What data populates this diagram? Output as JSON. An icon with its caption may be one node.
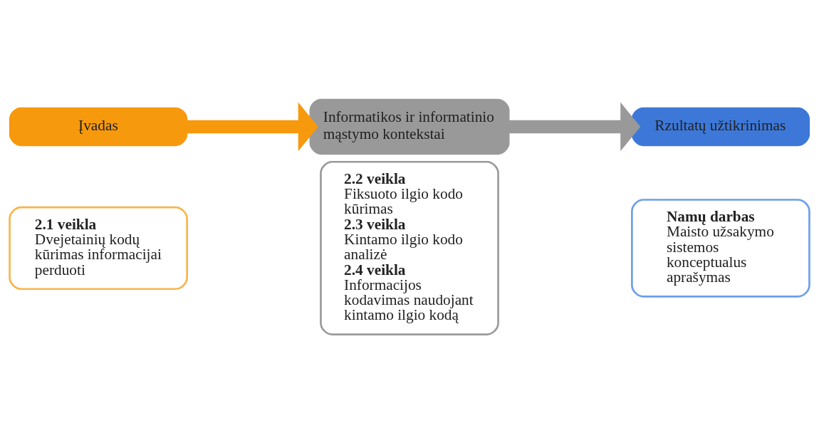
{
  "diagram": {
    "nodes": [
      {
        "text": [
          "Įvadas"
        ]
      },
      {
        "text": [
          "2.1 veikla",
          "Dvejetainių kodų kūrimas informacijai perduoti"
        ]
      },
      {
        "text": [
          "Informatikos ir informatinio mąstymo kontekstai"
        ]
      },
      {
        "text": [
          "2.2 veikla",
          "Fiksuoto ilgio kodo kūrimas",
          "2.3 veikla",
          "Kintamo ilgio kodo analizė",
          "2.4 veikla",
          "Informacijos kodavimas naudojant kintamo ilgio kodą"
        ]
      },
      {
        "text": [
          "Rzultatų užtikrinimas"
        ]
      },
      {
        "text": [
          "Namų darbas",
          "Maisto užsakymo sistemos konceptualus aprašymas"
        ]
      }
    ],
    "edges": [
      {
        "from": 0,
        "to": 2,
        "arrow": "to",
        "color": "#f7990d"
      },
      {
        "from": 2,
        "to": 4,
        "arrow": "to",
        "color": "#999999"
      }
    ]
  }
}
